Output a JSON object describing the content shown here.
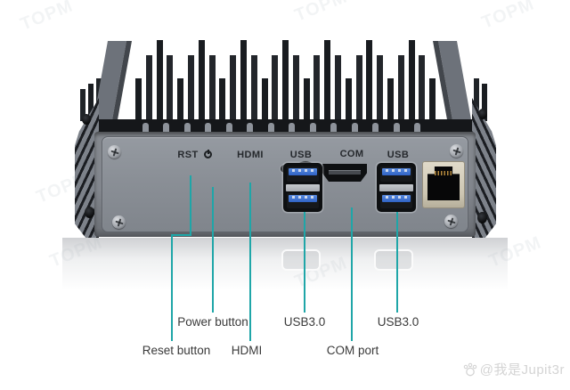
{
  "panel": {
    "rst": "RST",
    "hdmi": "HDMI",
    "usb_left": "USB",
    "com": "COM",
    "usb_right": "USB"
  },
  "callouts": {
    "reset": "Reset button",
    "power": "Power button",
    "hdmi": "HDMI",
    "usb_left": "USB3.0",
    "com": "COM port",
    "usb_right": "USB3.0"
  },
  "icons": {
    "power_symbol": "power-icon",
    "screws": "phillips-screw-icon",
    "credit_logo": "paw-logo-icon"
  },
  "watermarks": {
    "background_text": "TOPM",
    "credit": "@我是Jupit3r"
  },
  "colors": {
    "callout_line": "#1fa6a8",
    "panel_gray": "#8a8f96",
    "heatsink_black": "#17191d",
    "usb_tongue_blue": "#2f62c4",
    "com_bezel_beige": "#d5cebb",
    "callout_text": "#3a3a3a",
    "credit_text": "#d4d4d4"
  }
}
